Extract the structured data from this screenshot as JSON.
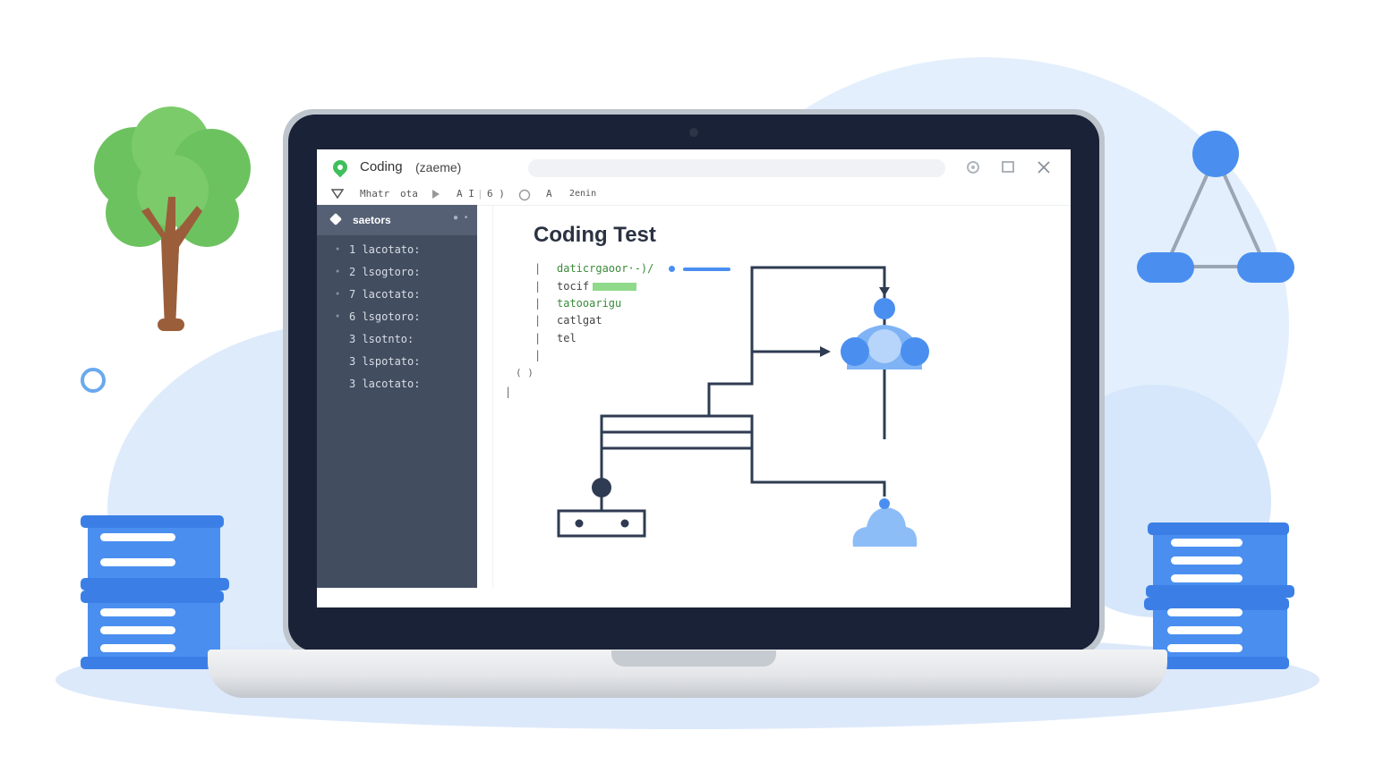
{
  "window": {
    "title": "Coding",
    "title_sub": "(zaeme)",
    "controls": [
      "minimize-icon",
      "maximize-icon",
      "close-icon"
    ]
  },
  "toolbar": {
    "items": [
      "Mhatr",
      "ota",
      "A I",
      "6 )",
      "A",
      "2enin"
    ]
  },
  "sidebar": {
    "header": "saetors",
    "items": [
      {
        "label": "1 lacotato:"
      },
      {
        "label": "2 lsogtoro:"
      },
      {
        "label": "7 lacotato:"
      },
      {
        "label": "6 lsgotoro:"
      },
      {
        "label": "3 lsotnto:"
      },
      {
        "label": "3 lspotato:"
      },
      {
        "label": "3 lacotato:"
      }
    ]
  },
  "main": {
    "heading": "Coding Test",
    "code_lines": [
      {
        "text": "daticrgaoor·-)/",
        "color": "#3a8a3a"
      },
      {
        "text": "tocif",
        "color": "#444444"
      },
      {
        "text": "tatooarigu",
        "color": "#3a8a3a"
      },
      {
        "text": "catlgat",
        "color": "#444444"
      },
      {
        "text": "tel",
        "color": "#444444"
      }
    ],
    "braces": "( )"
  },
  "colors": {
    "accent": "#4a8ff0",
    "sidebar": "#424d60",
    "bezel": "#1a2238",
    "tree_green": "#6cc25f",
    "trunk": "#9b5e3a",
    "code_green": "#3fbf5d"
  }
}
